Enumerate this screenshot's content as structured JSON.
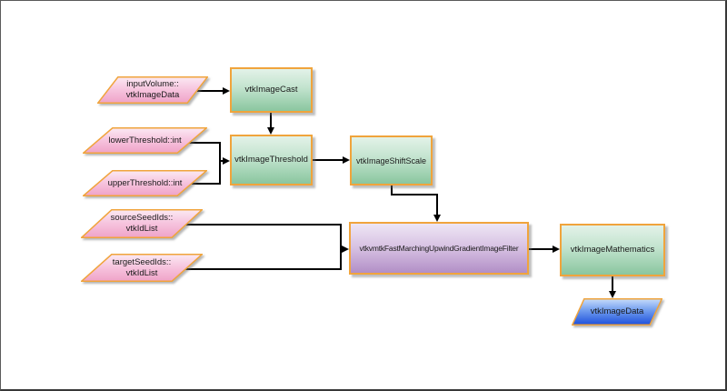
{
  "diagram": {
    "type": "flowchart",
    "background": "#ffffff",
    "frame_color": "#4a4a4a",
    "colors": {
      "shape_border": "#f0a43c",
      "connector": "#000000",
      "input_data_top": "#fbe9f3",
      "input_data_bottom": "#efa3c8",
      "filter_top": "#e3f2e8",
      "filter_bottom": "#8ac69f",
      "highlight_filter_top": "#eee6f4",
      "highlight_filter_bottom": "#b28fc6",
      "output_data_top": "#c7dcfa",
      "output_data_bottom": "#1d50dc"
    },
    "nodes": {
      "input_volume": {
        "shape": "parallelogram",
        "role": "input",
        "line1": "inputVolume::",
        "line2": "vtkImageData"
      },
      "lower_threshold": {
        "shape": "parallelogram",
        "role": "input",
        "label": "lowerThreshold::int"
      },
      "upper_threshold": {
        "shape": "parallelogram",
        "role": "input",
        "label": "upperThreshold::int"
      },
      "source_seed_ids": {
        "shape": "parallelogram",
        "role": "input",
        "line1": "sourceSeedIds::",
        "line2": "vtkIdList"
      },
      "target_seed_ids": {
        "shape": "parallelogram",
        "role": "input",
        "line1": "targetSeedIds::",
        "line2": "vtkIdList"
      },
      "image_cast": {
        "shape": "rect",
        "role": "filter",
        "label": "vtkImageCast"
      },
      "image_threshold": {
        "shape": "rect",
        "role": "filter",
        "label": "vtkImageThreshold"
      },
      "image_shift_scale": {
        "shape": "rect",
        "role": "filter",
        "label": "vtkImageShiftScale"
      },
      "fast_marching": {
        "shape": "rect",
        "role": "filter",
        "label": "vtkvmtkFastMarchingUpwindGradientImageFilter"
      },
      "image_mathematics": {
        "shape": "rect",
        "role": "filter",
        "label": "vtkImageMathematics"
      },
      "output_image": {
        "shape": "parallelogram",
        "role": "output",
        "label": "vtkImageData"
      }
    },
    "edges": [
      {
        "from": "input_volume",
        "to": "image_cast"
      },
      {
        "from": "image_cast",
        "to": "image_threshold"
      },
      {
        "from": "lower_threshold",
        "to": "image_threshold"
      },
      {
        "from": "upper_threshold",
        "to": "image_threshold"
      },
      {
        "from": "image_threshold",
        "to": "image_shift_scale"
      },
      {
        "from": "image_shift_scale",
        "to": "fast_marching"
      },
      {
        "from": "source_seed_ids",
        "to": "fast_marching"
      },
      {
        "from": "target_seed_ids",
        "to": "fast_marching"
      },
      {
        "from": "fast_marching",
        "to": "image_mathematics"
      },
      {
        "from": "image_mathematics",
        "to": "output_image"
      }
    ]
  }
}
